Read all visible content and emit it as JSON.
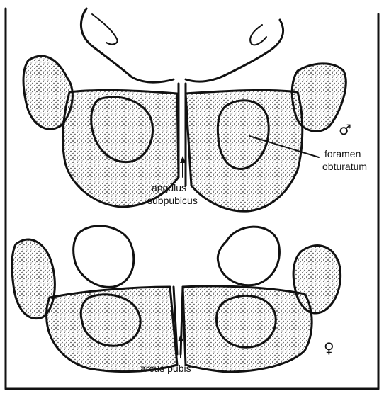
{
  "labels": {
    "male_symbol": "♂",
    "female_symbol": "♀",
    "angulus_line1": "angulus",
    "angulus_line2": "subpubicus",
    "foramen_line1": "foramen",
    "foramen_line2": "obturatum",
    "arcus": "arcus pubis"
  },
  "colors": {
    "ink": "#111111",
    "paper": "#ffffff"
  }
}
